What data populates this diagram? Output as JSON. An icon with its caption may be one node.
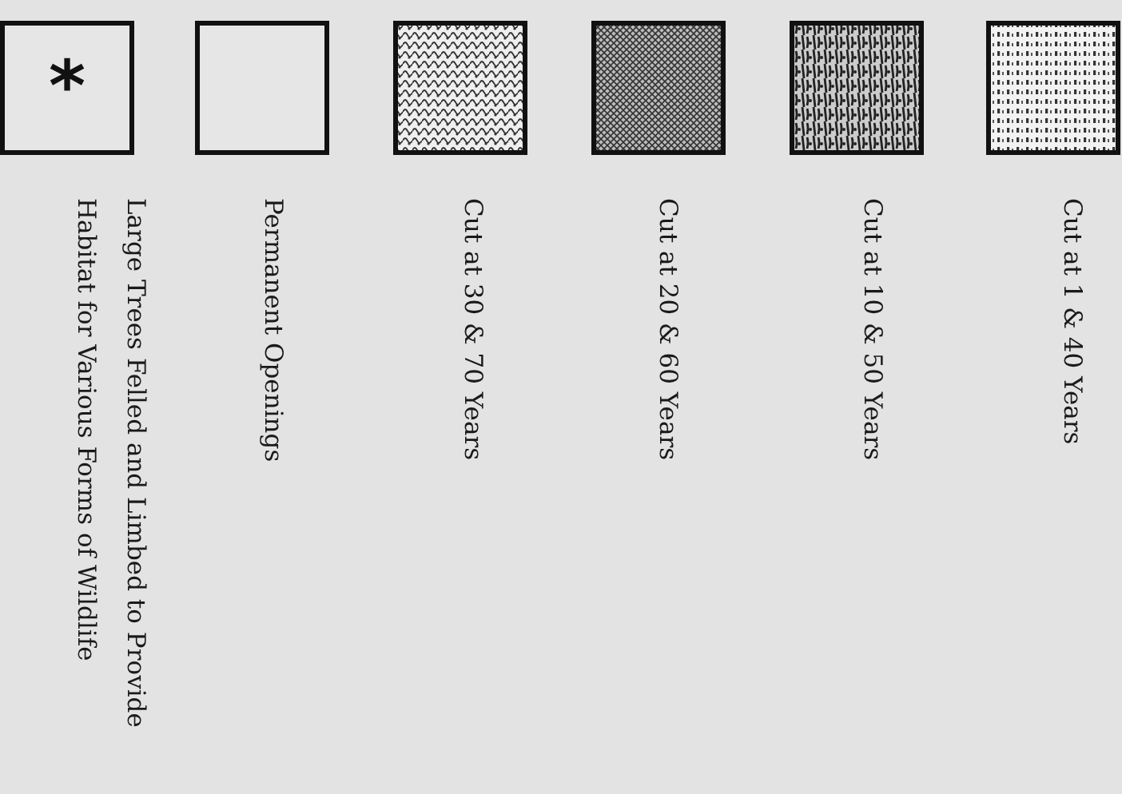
{
  "diagram": {
    "labels": [
      "*"
    ],
    "legend": [
      {
        "text": "Large Trees Felled and Limbed to Provide Habitat for Various Forms of Wildlife"
      },
      {
        "text": "Permanent Openings"
      },
      {
        "text": "Cut at 30 & 70 Years"
      },
      {
        "text": "Cut at 20 & 60 Years"
      },
      {
        "text": "Cut at 10 & 50 Years"
      },
      {
        "text": "Cut at 1 & 40 Years"
      }
    ]
  }
}
